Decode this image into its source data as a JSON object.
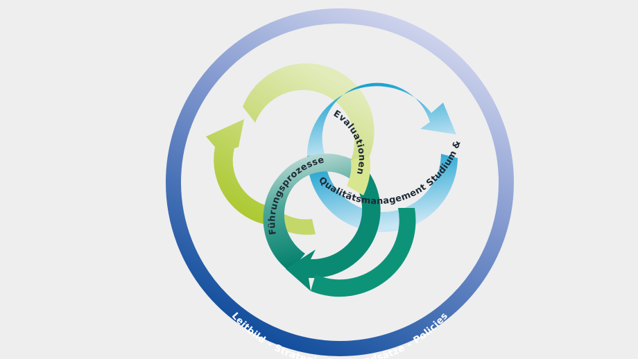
{
  "diagram": {
    "outer_ring_label": "Leitbild – Strategische Grundsätze – Policies",
    "arrows": [
      {
        "id": "evaluationen",
        "label": "Evaluationen",
        "color_start": "#a6c51c",
        "color_end": "#dfe9b4"
      },
      {
        "id": "qualitaetsmanagement",
        "label": "Qualitätsmanagement Studium & Lehre",
        "color_start": "#0099cc",
        "color_end": "#c3e3f4"
      },
      {
        "id": "fuehrungsprozesse",
        "label": "Führungsprozesse",
        "color_start": "#00866e",
        "color_end": "#cfe4e1"
      }
    ],
    "colors": {
      "background": "#eeeeef",
      "ring_top": "#c9cfea",
      "ring_bottom": "#0b4a9a"
    }
  }
}
